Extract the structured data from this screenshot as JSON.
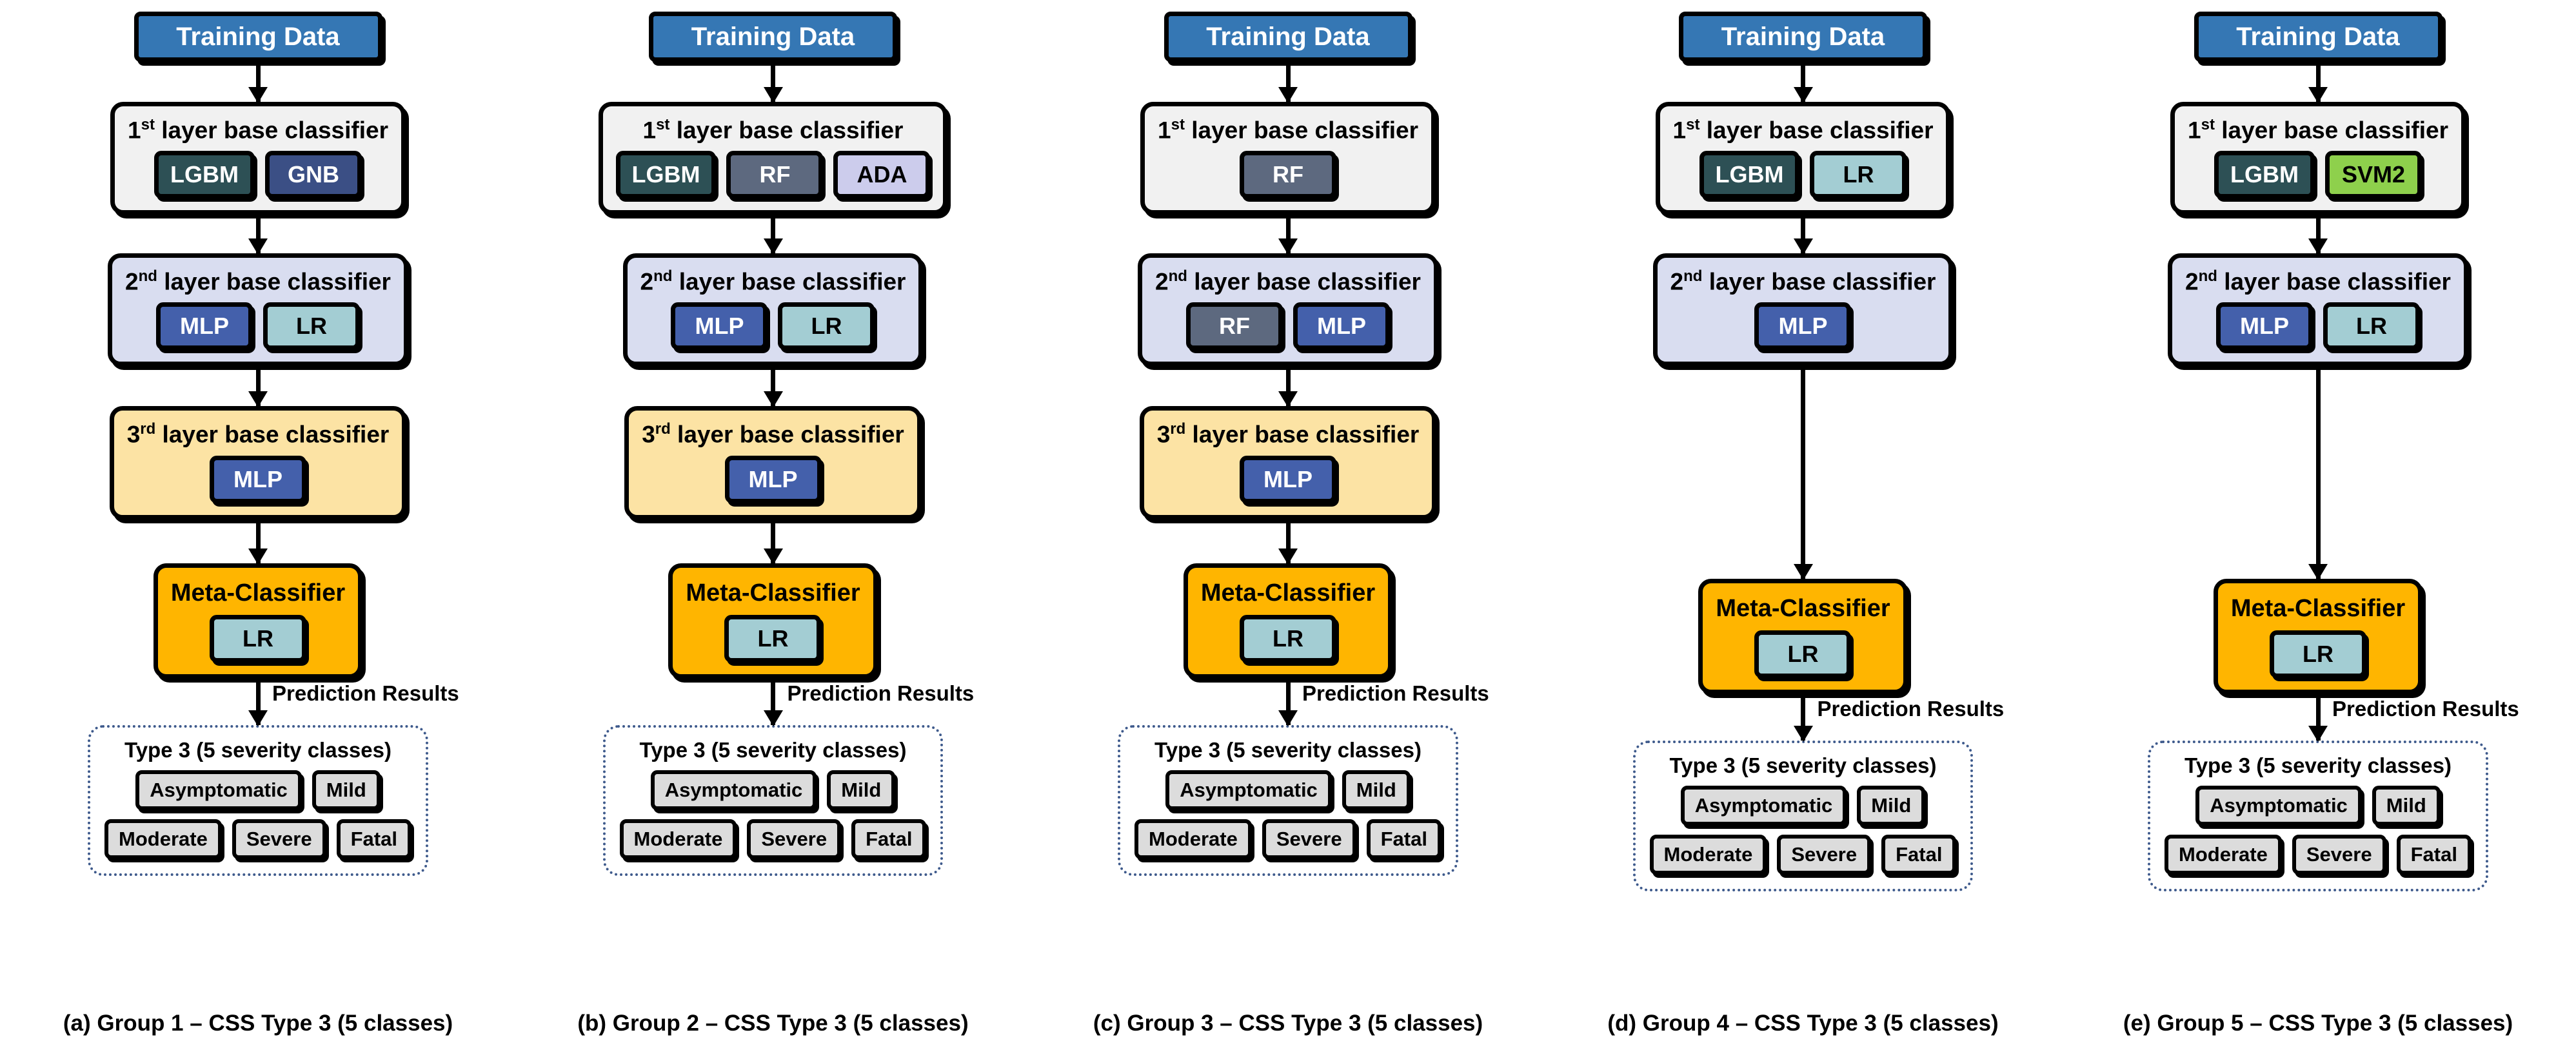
{
  "common": {
    "training_label": "Training Data",
    "layer1_title_num": "1",
    "layer1_title_sup": "st",
    "layer1_title_rest": " layer base classifier",
    "layer2_title_num": "2",
    "layer2_title_sup": "nd",
    "layer2_title_rest": " layer base classifier",
    "layer3_title_num": "3",
    "layer3_title_sup": "rd",
    "layer3_title_rest": " layer base classifier",
    "meta_title": "Meta-Classifier",
    "meta_model": "LR",
    "prediction_arrow_label": "Prediction Results",
    "prediction_title": "Type 3 (5 severity classes)",
    "classes_row1": [
      "Asymptomatic",
      "Mild"
    ],
    "classes_row2": [
      "Moderate",
      "Severe",
      "Fatal"
    ]
  },
  "colors": {
    "training_blue": "#3577b4",
    "layer1_bg": "#f1f1f1",
    "layer2_bg": "#d9ddf0",
    "layer3_bg": "#fce3a4",
    "meta_bg": "#ffb500",
    "lgbm": "#2d5055",
    "gnb": "#3b4f85",
    "rf": "#5d697f",
    "ada": "#ccccec",
    "mlp": "#4460ab",
    "lr": "#a3cdd3",
    "svm2": "#8ed04c",
    "class_box": "#dcdcdc",
    "pred_border": "#3e5a8c"
  },
  "groups": [
    {
      "id": "group-1",
      "caption": "(a) Group 1 – CSS Type 3 (5 classes)",
      "layer1": [
        "LGBM",
        "GNB"
      ],
      "layer1_styles": [
        "c-lgbm",
        "c-gnb"
      ],
      "layer2": [
        "MLP",
        "LR"
      ],
      "layer2_styles": [
        "c-mlp",
        "c-lr"
      ],
      "layer3": [
        "MLP"
      ],
      "layer3_styles": [
        "c-mlp"
      ],
      "has_layer3": true
    },
    {
      "id": "group-2",
      "caption": "(b) Group 2 – CSS Type 3 (5 classes)",
      "layer1": [
        "LGBM",
        "RF",
        "ADA"
      ],
      "layer1_styles": [
        "c-lgbm",
        "c-rf",
        "c-ada"
      ],
      "layer2": [
        "MLP",
        "LR"
      ],
      "layer2_styles": [
        "c-mlp",
        "c-lr"
      ],
      "layer3": [
        "MLP"
      ],
      "layer3_styles": [
        "c-mlp"
      ],
      "has_layer3": true
    },
    {
      "id": "group-3",
      "caption": "(c) Group 3 – CSS Type 3 (5 classes)",
      "layer1": [
        "RF"
      ],
      "layer1_styles": [
        "c-rf"
      ],
      "layer2": [
        "RF",
        "MLP"
      ],
      "layer2_styles": [
        "c-rf",
        "c-mlp"
      ],
      "layer3": [
        "MLP"
      ],
      "layer3_styles": [
        "c-mlp"
      ],
      "has_layer3": true
    },
    {
      "id": "group-4",
      "caption": "(d) Group 4 – CSS Type 3 (5 classes)",
      "layer1": [
        "LGBM",
        "LR"
      ],
      "layer1_styles": [
        "c-lgbm",
        "c-lr"
      ],
      "layer2": [
        "MLP"
      ],
      "layer2_styles": [
        "c-mlp"
      ],
      "layer3": [],
      "layer3_styles": [],
      "has_layer3": false
    },
    {
      "id": "group-5",
      "caption": "(e) Group 5 – CSS Type 3 (5 classes)",
      "layer1": [
        "LGBM",
        "SVM2"
      ],
      "layer1_styles": [
        "c-lgbm",
        "c-svm2"
      ],
      "layer2": [
        "MLP",
        "LR"
      ],
      "layer2_styles": [
        "c-mlp",
        "c-lr"
      ],
      "layer3": [],
      "layer3_styles": [],
      "has_layer3": false
    }
  ]
}
